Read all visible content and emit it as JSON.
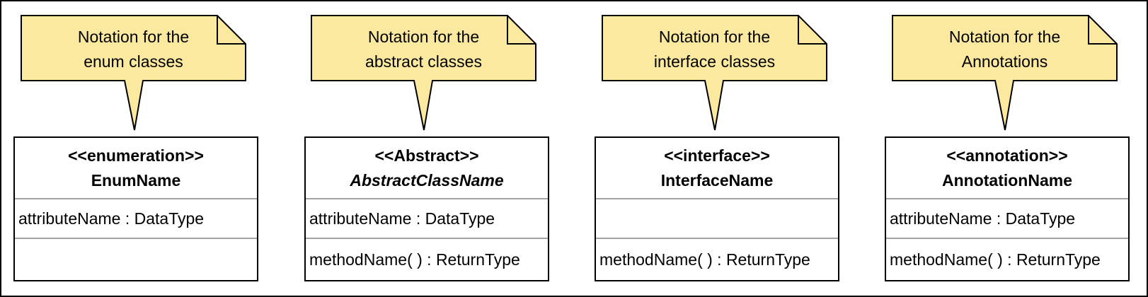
{
  "colors": {
    "note_fill": "#fbe9a0",
    "note_stroke": "#000000",
    "divider": "#a3a3a3",
    "border": "#000000"
  },
  "diagram": {
    "elements": [
      {
        "note": {
          "line1": "Notation for the",
          "line2": "enum classes"
        },
        "stereotype": "<<enumeration>>",
        "class_name": "EnumName",
        "name_italic": false,
        "attribute": "attributeName : DataType",
        "method": ""
      },
      {
        "note": {
          "line1": "Notation for the",
          "line2": "abstract classes"
        },
        "stereotype": "<<Abstract>>",
        "class_name": "AbstractClassName",
        "name_italic": true,
        "attribute": "attributeName : DataType",
        "method": "methodName( ) : ReturnType"
      },
      {
        "note": {
          "line1": "Notation for the",
          "line2": "interface classes"
        },
        "stereotype": "<<interface>>",
        "class_name": "InterfaceName",
        "name_italic": false,
        "attribute": "",
        "method": "methodName( ) : ReturnType"
      },
      {
        "note": {
          "line1": "Notation for the",
          "line2": "Annotations"
        },
        "stereotype": "<<annotation>>",
        "class_name": "AnnotationName",
        "name_italic": false,
        "attribute": "attributeName : DataType",
        "method": "methodName( ) : ReturnType"
      }
    ]
  }
}
